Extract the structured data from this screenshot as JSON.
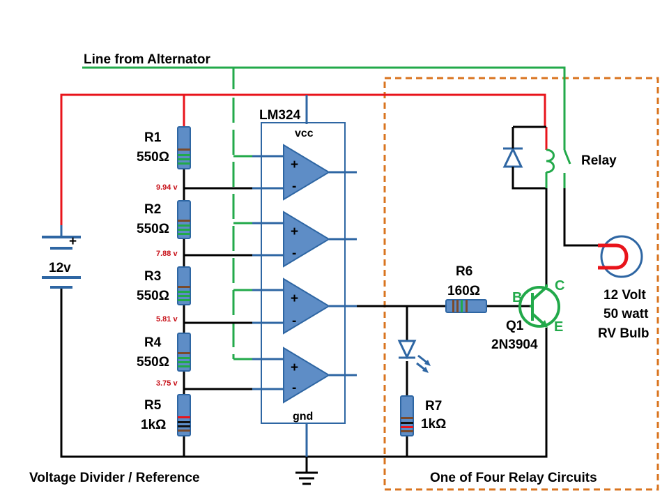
{
  "colors": {
    "power": "#e8141b",
    "alternator": "#22a94a",
    "wire": "#000000",
    "component": "#2e66a3",
    "component_fill": "#5e8dc6",
    "boundary": "#d9741f",
    "voltage_text": "#c8121a",
    "transistor": "#22a94a",
    "bulb_filament": "#e8141b",
    "band_brown": "#7a4a2b",
    "band_green": "#22a94a",
    "band_red": "#e8141b",
    "band_black": "#111111"
  },
  "labels": {
    "alternator_line": "Line from Alternator",
    "ic_name": "LM324",
    "ic_vcc": "vcc",
    "ic_gnd": "gnd",
    "plus": "+",
    "minus": "-",
    "battery_plus": "+",
    "battery_voltage": "12v",
    "relay": "Relay",
    "divider_caption": "Voltage Divider / Reference",
    "relay_caption": "One of Four Relay Circuits"
  },
  "resistors": [
    {
      "ref": "R1",
      "value": "550Ω",
      "tap_voltage": "9.94 v"
    },
    {
      "ref": "R2",
      "value": "550Ω",
      "tap_voltage": "7.88 v"
    },
    {
      "ref": "R3",
      "value": "550Ω",
      "tap_voltage": "5.81 v"
    },
    {
      "ref": "R4",
      "value": "550Ω",
      "tap_voltage": "3.75 v"
    },
    {
      "ref": "R5",
      "value": "1kΩ"
    }
  ],
  "relay_circuit": {
    "r6_ref": "R6",
    "r6_value": "160Ω",
    "r7_ref": "R7",
    "r7_value": "1kΩ",
    "q1_ref": "Q1",
    "q1_part": "2N3904",
    "pin_b": "B",
    "pin_c": "C",
    "pin_e": "E",
    "bulb_line1": "12 Volt",
    "bulb_line2": "50 watt",
    "bulb_line3": "RV Bulb"
  }
}
